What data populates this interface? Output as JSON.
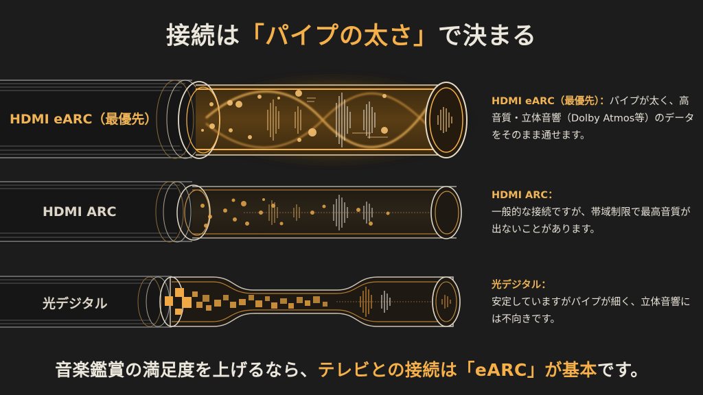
{
  "title": {
    "pre": "接続は",
    "highlight": "「パイプの太さ」",
    "post": "で決まる"
  },
  "rows": [
    {
      "label": "HDMI eARC（最優先）",
      "desc_head": "HDMI eARC（最優先）：",
      "desc_body": "パイプが太く、高音質・立体音響（Dolby Atmos等）のデータをそのまま通せます。",
      "pipe": "wide-glowing"
    },
    {
      "label": "HDMI ARC",
      "desc_head": "HDMI ARC：",
      "desc_body": "一般的な接続ですが、帯域制限で最高音質が出ないことがあります。",
      "pipe": "medium"
    },
    {
      "label": "光デジタル",
      "desc_head": "光デジタル：",
      "desc_body": "安定していますがパイプが細く、立体音響には不向きです。",
      "pipe": "narrow-constricted"
    }
  ],
  "footer": {
    "pre": "音楽鑑賞の満足度を上げるなら、",
    "highlight": "テレビとの接続は「eARC」が基本",
    "post": "です。"
  },
  "colors": {
    "background": "#1c1c1c",
    "accent": "#f5b04a",
    "text": "#ece7dc"
  }
}
